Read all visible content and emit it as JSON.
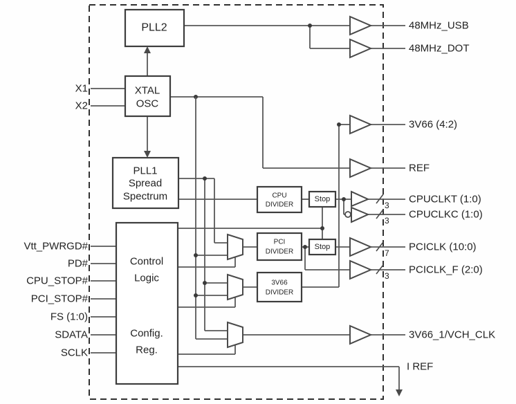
{
  "diagram": {
    "type": "clock-generator-block-diagram",
    "blocks": {
      "pll2": {
        "label": "PLL2"
      },
      "xtal_osc": {
        "line1": "XTAL",
        "line2": "OSC"
      },
      "pll1": {
        "line1": "PLL1",
        "line2": "Spread",
        "line3": "Spectrum"
      },
      "control_logic": {
        "line1": "Control",
        "line2": "Logic"
      },
      "config_reg": {
        "line1": "Config.",
        "line2": "Reg."
      },
      "cpu_divider": {
        "line1": "CPU",
        "line2": "DIVIDER"
      },
      "pci_divider": {
        "line1": "PCI",
        "line2": "DIVIDER"
      },
      "divider_3v66": {
        "line1": "3V66",
        "line2": "DIVIDER"
      },
      "cpu_stop": {
        "label": "Stop"
      },
      "pci_stop": {
        "label": "Stop"
      }
    },
    "inputs": {
      "x1": "X1",
      "x2": "X2",
      "vtt_pwrgd": "Vtt_PWRGD#",
      "pd": "PD#",
      "cpu_stop": "CPU_STOP#",
      "pci_stop": "PCI_STOP#",
      "fs": "FS (1:0)",
      "sdata": "SDATA",
      "sclk": "SCLK"
    },
    "outputs": {
      "usb": "48MHz_USB",
      "dot": "48MHz_DOT",
      "v3v66": "3V66 (4:2)",
      "ref": "REF",
      "cpuclkt": "CPUCLKT (1:0)",
      "cpuclkc": "CPUCLKC (1:0)",
      "pciclk": "PCICLK (10:0)",
      "pciclk_f": "PCICLK_F (2:0)",
      "vch": "3V66_1/VCH_CLK",
      "iref": "I REF"
    },
    "bus_widths": {
      "cpuclkt": "3",
      "cpuclkc": "3",
      "pciclk": "7",
      "pciclk_f": "3"
    },
    "colors": {
      "wire": "#575757",
      "box_border": "#3d3d3d",
      "text": "#222222",
      "background": "#ffffff"
    }
  }
}
